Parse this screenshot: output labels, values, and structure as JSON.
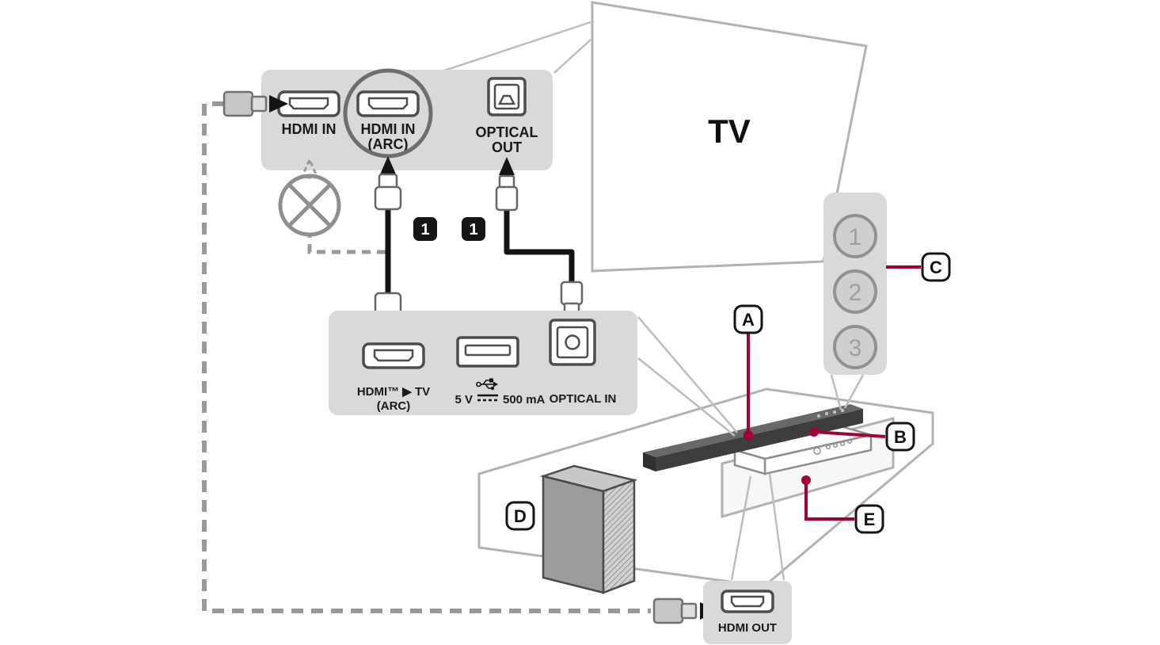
{
  "colors": {
    "accent_red": "#a50034",
    "panel_gray": "#d9d9d9",
    "cable_black": "#141414",
    "dashed_gray": "#999999",
    "outline_gray": "#b2b2b2",
    "port_stroke": "#4d4d4d"
  },
  "tv": {
    "label": "TV"
  },
  "tv_panel": {
    "hdmi_in": {
      "label": "HDMI IN"
    },
    "hdmi_in_arc": {
      "label": "HDMI IN",
      "label2": "(ARC)"
    },
    "optical_out": {
      "label": "OPTICAL",
      "label2": "OUT"
    }
  },
  "cables": {
    "hdmi_badge": "1",
    "optical_badge": "1"
  },
  "soundbar_panel": {
    "hdmi_arc": {
      "label": "HDMI™ ▶ TV",
      "label2": "(ARC)"
    },
    "usb": {
      "label_left": "5 V",
      "label_right": "500 mA"
    },
    "optical_in": {
      "label": "OPTICAL IN"
    }
  },
  "hdmi_out_panel": {
    "label": "HDMI OUT"
  },
  "hdmi_selector": {
    "items": [
      "1",
      "2",
      "3"
    ]
  },
  "callouts": {
    "a": "A",
    "b": "B",
    "c": "C",
    "d": "D",
    "e": "E"
  },
  "icons": {
    "prohibited": "crossed-circle",
    "usb": "usb-trident",
    "dc_power": "solid-over-dashed-line",
    "arrows": "solid-black-triangles"
  }
}
